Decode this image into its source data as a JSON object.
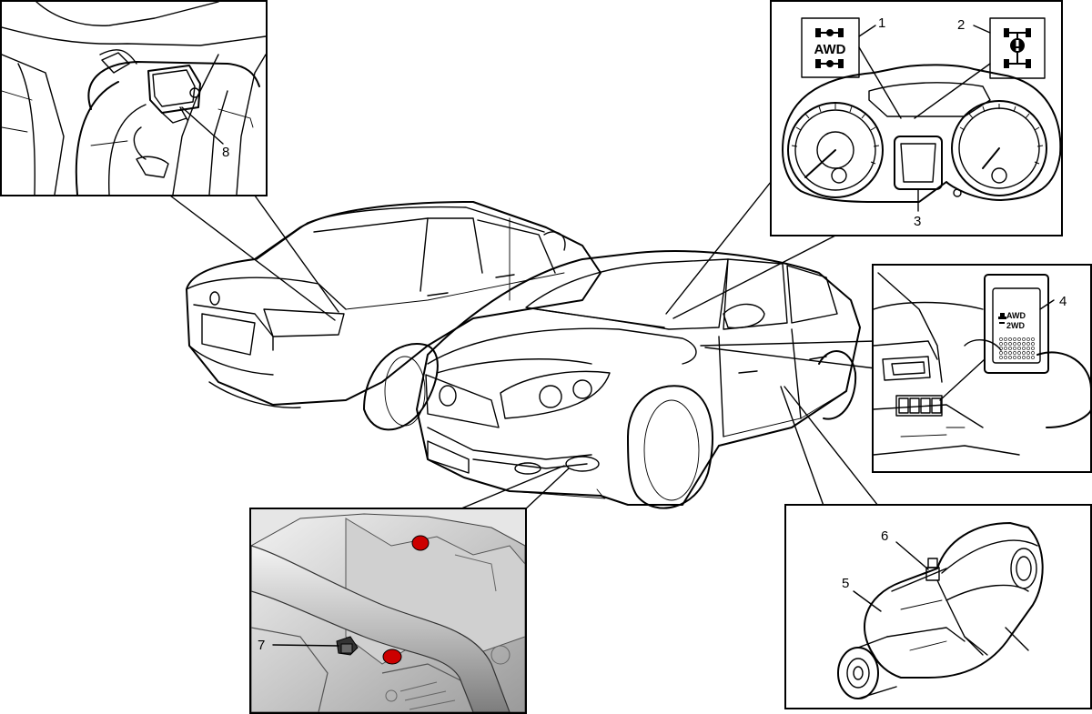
{
  "callouts": {
    "n1": "1",
    "n2": "2",
    "n3": "3",
    "n4": "4",
    "n5": "5",
    "n6": "6",
    "n7": "7",
    "n8": "8"
  },
  "indicators": {
    "awd_label": "AWD"
  },
  "switch": {
    "awd_label": "AWD",
    "twowd_label": "2WD"
  },
  "colors": {
    "line": "#000000",
    "background": "#ffffff",
    "highlight": "#cc0000",
    "metal": "#d9d9d9"
  }
}
